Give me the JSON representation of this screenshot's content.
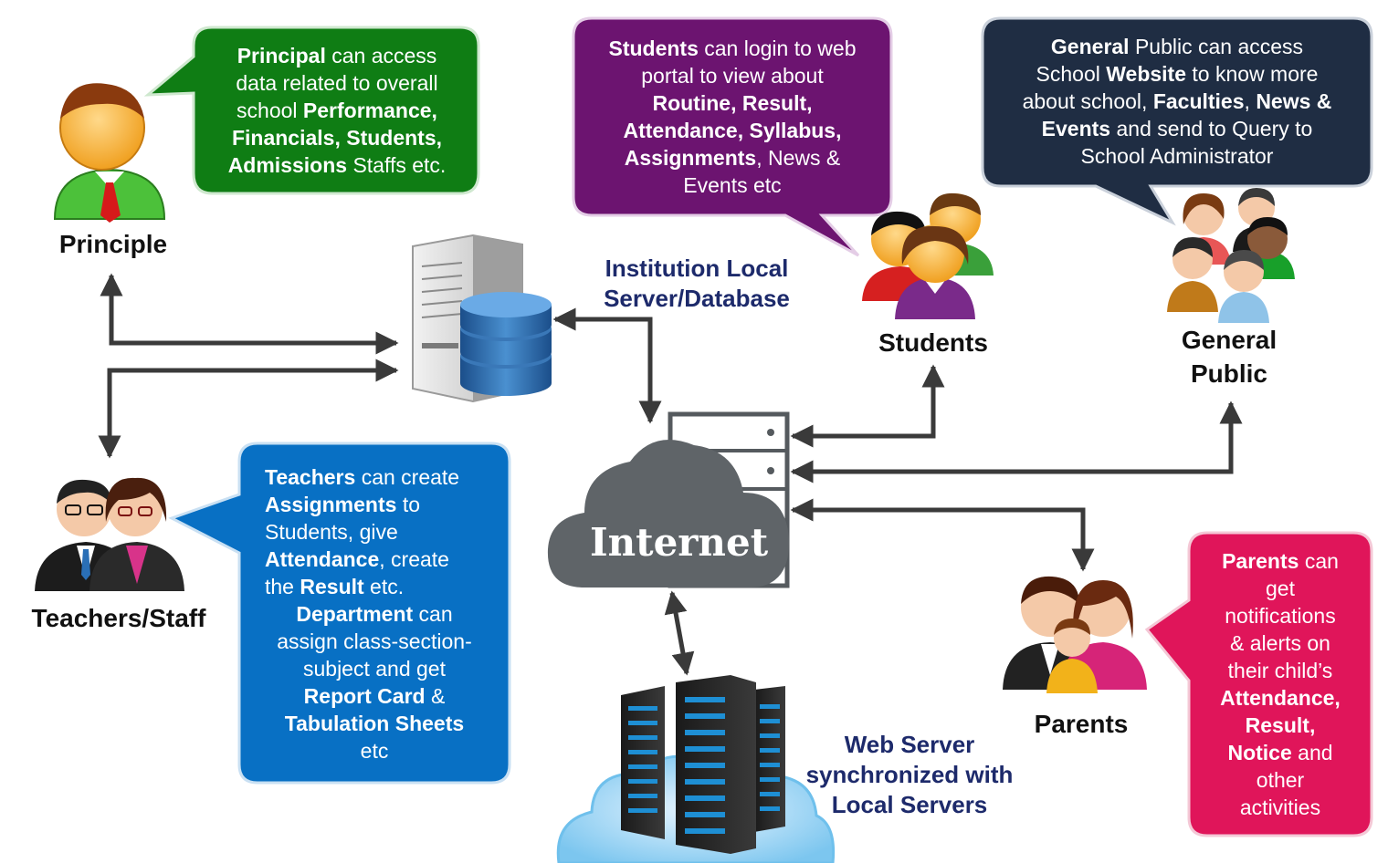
{
  "actors": {
    "principal": "Principle",
    "teachers": "Teachers/Staff",
    "students": "Students",
    "general_public_line1": "General",
    "general_public_line2": "Public",
    "parents": "Parents"
  },
  "labels": {
    "local_server_line1": "Institution Local",
    "local_server_line2": "Server/Database",
    "internet": "Internet",
    "web_server_line1": "Web Server",
    "web_server_line2": "synchronized with",
    "web_server_line3": "Local Servers"
  },
  "bubbles": {
    "principal": {
      "l1b": "Principal",
      "l1": " can access",
      "l2": "data related to overall",
      "l3": "school ",
      "l3b": "Performance,",
      "l4b": "Financials, Students,",
      "l5b": "Admissions",
      "l5": " Staffs etc."
    },
    "students": {
      "l1b": "Students",
      "l1": " can login to web",
      "l2": "portal to view about",
      "l3b": "Routine, Result,",
      "l4b": "Attendance, Syllabus,",
      "l5b": "Assignments",
      "l5": ", News &",
      "l6": "Events etc"
    },
    "public": {
      "l1b": "General",
      "l1": " Public can access",
      "l2": "School ",
      "l2b": "Website",
      "l2c": " to know more",
      "l3": "about school,  ",
      "l3b": "Faculties",
      "l3c": ", ",
      "l3d": "News &",
      "l4b": "Events",
      "l4": " and send to Query to",
      "l5": "School Administrator"
    },
    "teachers": {
      "l1b": "Teachers",
      "l1": " can create",
      "l2b": "Assignments",
      "l2": " to",
      "l3": "Students, give",
      "l4b": "Attendance",
      "l4": ", create",
      "l5": "the ",
      "l5b": "Result",
      "l5c": " etc.",
      "l6b": "Department",
      "l6": " can",
      "l7": "assign class-section-",
      "l8": "subject and get",
      "l9b": "Report Card",
      "l9": " &",
      "l10b": "Tabulation Sheets",
      "l11": "etc"
    },
    "parents": {
      "l1b": "Parents",
      "l1": " can",
      "l2": "get",
      "l3": "notifications",
      "l4": "& alerts on",
      "l5": "their child’s",
      "l6b": "Attendance,",
      "l7b": "Result,",
      "l8b": "Notice",
      "l8": " and",
      "l9": "other",
      "l10": "activities"
    }
  },
  "colors": {
    "principal_bubble": "#0f7d14",
    "students_bubble": "#6c1470",
    "public_bubble": "#1f2d43",
    "teachers_bubble": "#0870c4",
    "parents_bubble": "#e0155a",
    "label_navy": "#1d2a6b",
    "cloud": "#5f6468",
    "arrow": "#3a3a3a"
  },
  "icons": {
    "principal": "principal-user-icon",
    "teachers": "teachers-users-icon",
    "students": "students-group-icon",
    "general_public": "public-group-icon",
    "parents": "family-icon",
    "local_server": "server-database-icon",
    "internet": "cloud-internet-icon",
    "web_server": "server-rack-cloud-icon"
  }
}
